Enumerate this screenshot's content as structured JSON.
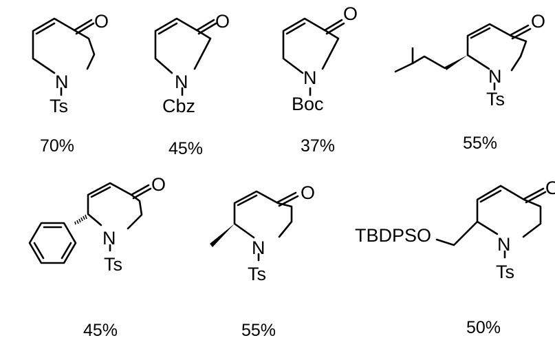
{
  "compounds": [
    {
      "label": "N",
      "o": "O",
      "sub": "Ts",
      "yield": "70%"
    },
    {
      "label": "N",
      "o": "O",
      "sub": "Cbz",
      "yield": "45%"
    },
    {
      "label": "N",
      "o": "O",
      "sub": "Boc",
      "yield": "37%"
    },
    {
      "label": "N",
      "o": "O",
      "sub": "Ts",
      "yield": "55%"
    },
    {
      "label": "N",
      "o": "O",
      "sub": "Ts",
      "yield": "45%"
    },
    {
      "label": "N",
      "o": "O",
      "sub": "Ts",
      "yield": "55%"
    },
    {
      "label": "N",
      "o": "O",
      "sub": "Ts",
      "substituent": "TBDPSO",
      "yield": "50%"
    }
  ]
}
